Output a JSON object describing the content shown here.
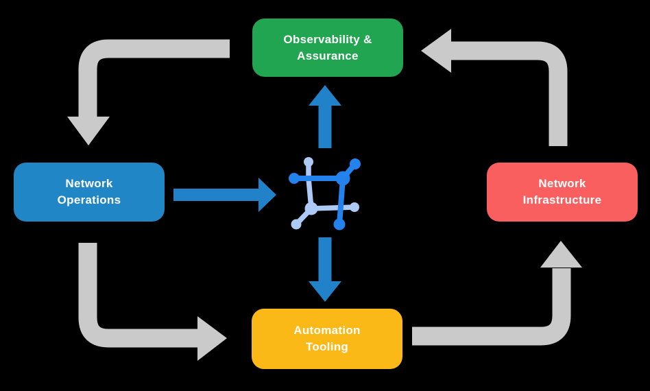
{
  "colors": {
    "background": "#000000",
    "arrow_gray": "#cacaca",
    "arrow_blue": "#2182c9",
    "icon_dark_blue": "#2382eb",
    "icon_light_blue": "#accaf5",
    "node_text": "#ffffff"
  },
  "nodes": [
    {
      "id": "observability-assurance",
      "lines": [
        "Observability &",
        "Assurance"
      ],
      "color": "#22a551"
    },
    {
      "id": "network-operations",
      "lines": [
        "Network",
        "Operations"
      ],
      "color": "#2186c6"
    },
    {
      "id": "network-infrastructure",
      "lines": [
        "Network",
        "Infrastructure"
      ],
      "color": "#fa5f5f"
    },
    {
      "id": "automation-tooling",
      "lines": [
        "Automation",
        "Tooling"
      ],
      "color": "#fbb917"
    }
  ],
  "icons": {
    "center": "network-mesh-icon"
  },
  "arrows": [
    {
      "from": "observability-assurance",
      "to": "network-operations",
      "style": "gray"
    },
    {
      "from": "network-operations",
      "to": "automation-tooling",
      "style": "gray"
    },
    {
      "from": "automation-tooling",
      "to": "network-infrastructure",
      "style": "gray"
    },
    {
      "from": "network-infrastructure",
      "to": "observability-assurance",
      "style": "gray"
    },
    {
      "from": "network-operations",
      "to": "center-platform",
      "style": "blue"
    },
    {
      "from": "center-platform",
      "to": "observability-assurance",
      "style": "blue"
    },
    {
      "from": "center-platform",
      "to": "automation-tooling",
      "style": "blue"
    }
  ]
}
